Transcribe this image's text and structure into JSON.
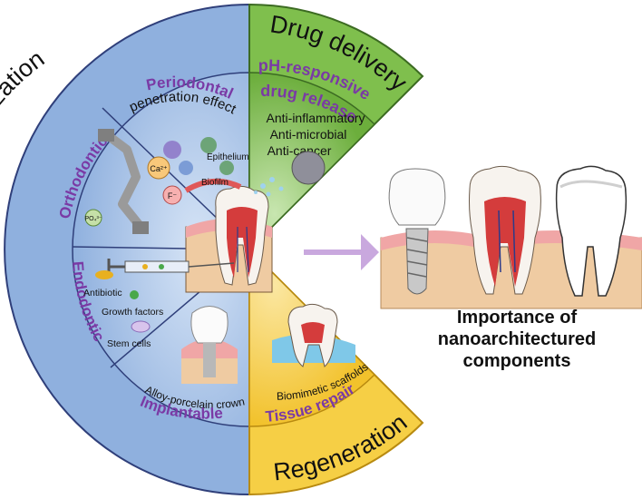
{
  "sections": {
    "hard_tissue": {
      "title": "Hard tissue biomineralization",
      "periodontal": {
        "label": "Periodontal",
        "caption": "penetration effect",
        "tags": [
          "Epithelium",
          "Biofilm"
        ]
      },
      "orthodontic": {
        "label": "Orthodontic",
        "ions": [
          "Ca²⁺",
          "PO₄³⁻",
          "F⁻"
        ]
      },
      "endodontic": {
        "label": "Endodontic",
        "items": [
          "Antibiotic",
          "Growth factors",
          "Stem cells"
        ]
      },
      "implantable": {
        "label": "Implantable",
        "caption": "Alloy-porcelain crown"
      }
    },
    "drug_delivery": {
      "title": "Drug delivery",
      "subtitle_line1": "pH-responsive",
      "subtitle_line2": "drug release",
      "items": [
        "Anti-inflammatory",
        "Anti-microbial",
        "Anti-cancer"
      ]
    },
    "regeneration": {
      "title": "Regeneration",
      "subtitle": "Tissue repair",
      "caption": "Biomimetic scaffolds"
    }
  },
  "caption": {
    "line1": "Importance of",
    "line2": "nanoarchitectured",
    "line3": "components"
  },
  "colors": {
    "hard_tissue_blue": "#a9c3e8",
    "hard_tissue_edge": "#2f3f7a",
    "drug_delivery_green": "#7fbf4d",
    "regeneration_yellow": "#f6cf45",
    "label_purple": "#7a3aa5",
    "arrow_purple": "#c9a8de",
    "gum": "#f0a6a6",
    "tissue": "#efcba2"
  }
}
